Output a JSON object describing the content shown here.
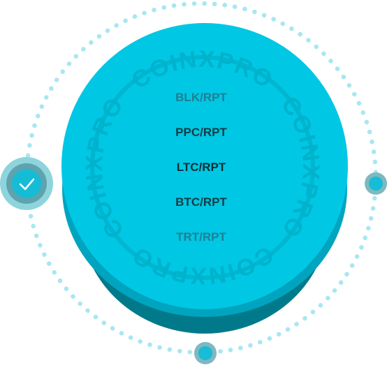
{
  "brand": {
    "text": "COINXPRO"
  },
  "pairs": [
    {
      "label": "BLK/RPT",
      "state": "faded"
    },
    {
      "label": "PPC/RPT",
      "state": "normal"
    },
    {
      "label": "LTC/RPT",
      "state": "selected"
    },
    {
      "label": "BTC/RPT",
      "state": "normal"
    },
    {
      "label": "TRT/RPT",
      "state": "faded"
    }
  ],
  "check_icon": "check-icon",
  "colors": {
    "coin_face": "#00c7e4",
    "coin_edge_1": "#00a4bf",
    "coin_edge_2": "#007a8b",
    "coin_edge_3": "#005763",
    "dots": "#a8e7f1",
    "selected_text": "#0e2f36",
    "normal_text": "#103d47",
    "faded_text": "#1f7f92",
    "brand_text": "#00b2cc"
  }
}
